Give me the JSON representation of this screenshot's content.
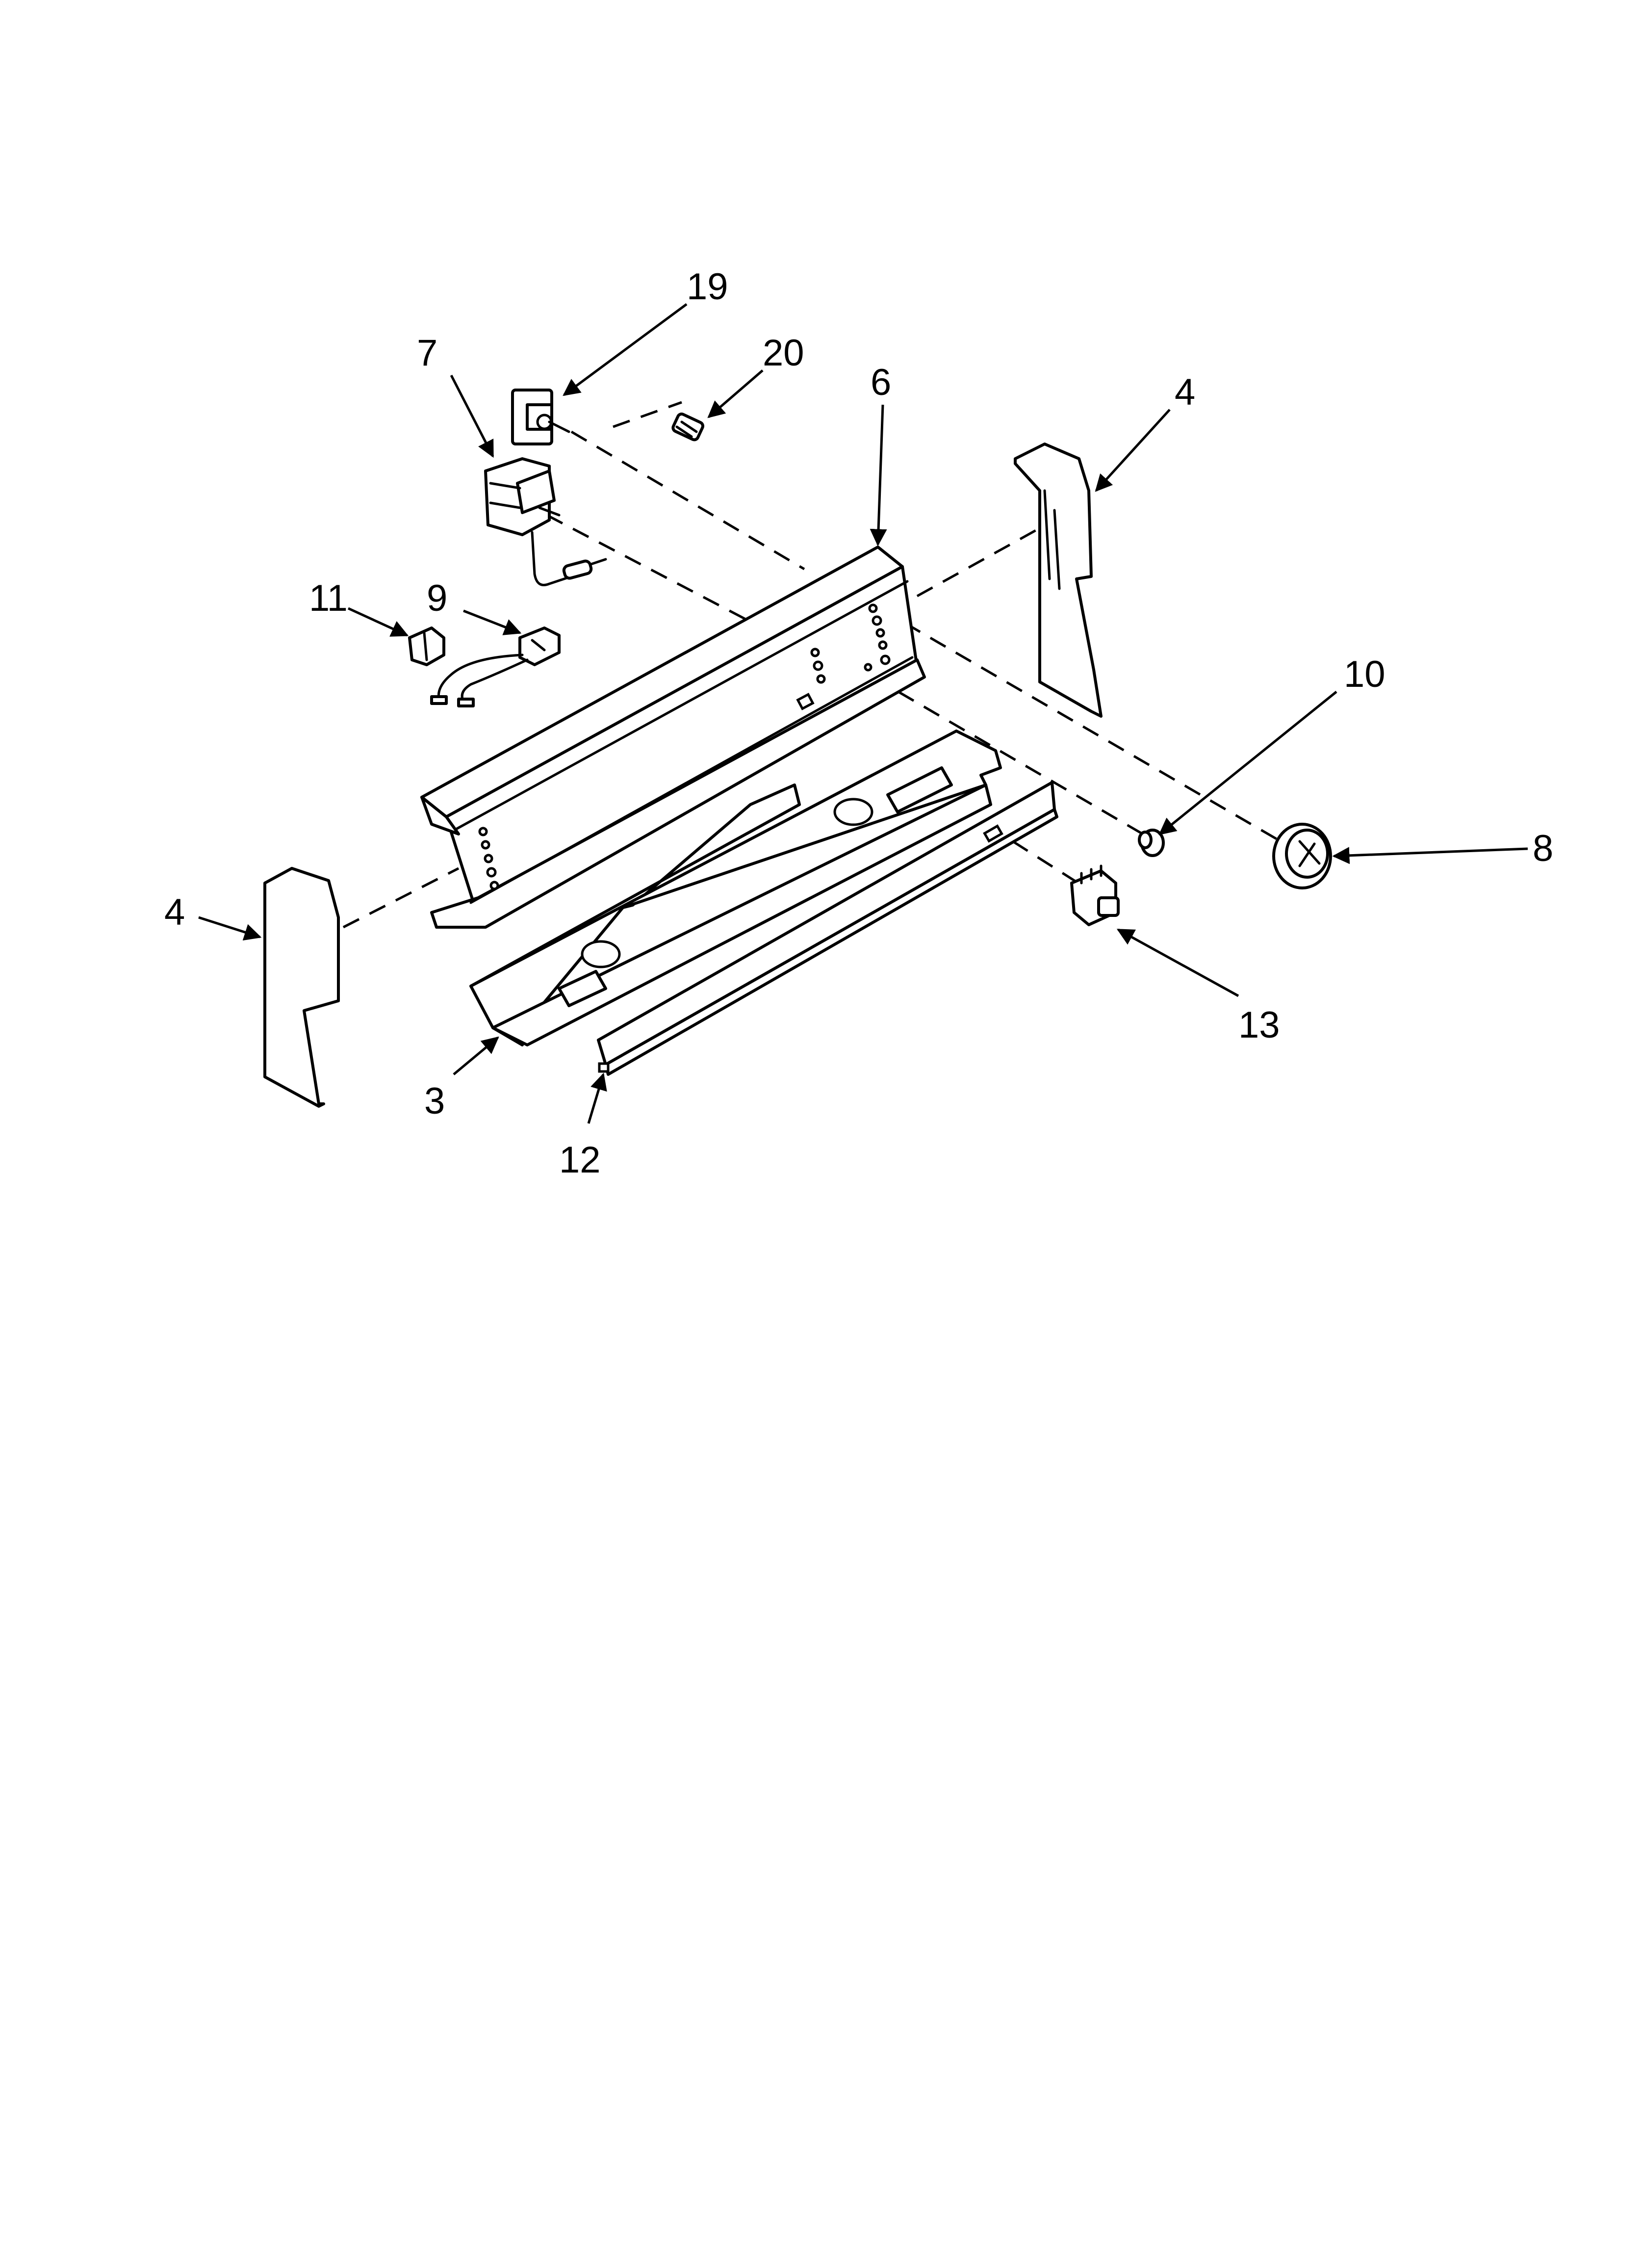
{
  "callouts": {
    "c19": "19",
    "c7": "7",
    "c20": "20",
    "c6": "6",
    "c4_right": "4",
    "c11": "11",
    "c9": "9",
    "c10": "10",
    "c8": "8",
    "c4_left": "4",
    "c13": "13",
    "c3": "3",
    "c12": "12"
  }
}
